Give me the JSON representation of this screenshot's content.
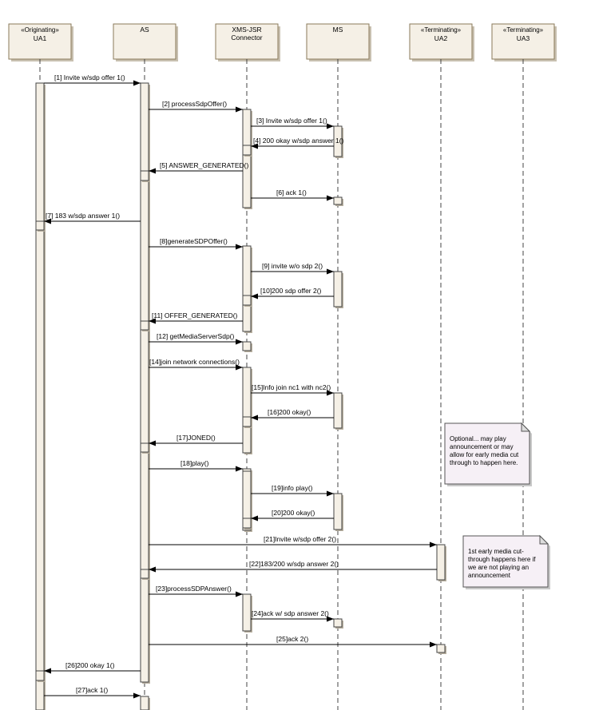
{
  "participants": [
    {
      "id": "ua1",
      "stereotype": "«Originating»",
      "name": "UA1"
    },
    {
      "id": "as",
      "stereotype": "",
      "name": "AS"
    },
    {
      "id": "xms",
      "stereotype": "",
      "name": "XMS-JSR",
      "name2": "Connector"
    },
    {
      "id": "ms",
      "stereotype": "",
      "name": "MS"
    },
    {
      "id": "ua2",
      "stereotype": "«Terminating»",
      "name": "UA2"
    },
    {
      "id": "ua3",
      "stereotype": "«Terminating»",
      "name": "UA3"
    }
  ],
  "messages": [
    {
      "label": "[1] Invite w/sdp offer 1()"
    },
    {
      "label": "[2] processSdpOffer()"
    },
    {
      "label": "[3] Invite w/sdp offer 1()"
    },
    {
      "label": "[4] 200 okay w/sdp answer 1()"
    },
    {
      "label": "[5] ANSWER_GENERATED()"
    },
    {
      "label": "[6] ack 1()"
    },
    {
      "label": "[7] 183 w/sdp answer 1()"
    },
    {
      "label": "[8]generateSDPOffer()"
    },
    {
      "label": "[9] invite w/o sdp 2()"
    },
    {
      "label": "[10]200 sdp offer 2()"
    },
    {
      "label": "[11] OFFER_GENERATED()"
    },
    {
      "label": "[12] getMediaServerSdp()"
    },
    {
      "label": "[14]join network connections()"
    },
    {
      "label": "[15]Info join nc1 with nc2()"
    },
    {
      "label": "[16]200 okay()"
    },
    {
      "label": "[17]JONED()"
    },
    {
      "label": "[18]play()"
    },
    {
      "label": "[19]info play()"
    },
    {
      "label": "[20]200 okay()"
    },
    {
      "label": "[21]Invite w/sdp offer 2()"
    },
    {
      "label": "[22]183/200 w/sdp answer 2()"
    },
    {
      "label": "[23]processSDPAnswer()"
    },
    {
      "label": "[24]ack w/ sdp answer 2()"
    },
    {
      "label": "[25]ack 2()"
    },
    {
      "label": "[26]200 okay 1()"
    },
    {
      "label": "[27]ack 1()"
    }
  ],
  "notes": [
    {
      "lines": [
        "Optional... may play",
        "announcement or may",
        "allow for early media cut",
        "through to happen here."
      ]
    },
    {
      "lines": [
        "1st early media cut-",
        "through happens here if",
        "we are not playing an",
        "announcement"
      ]
    }
  ]
}
